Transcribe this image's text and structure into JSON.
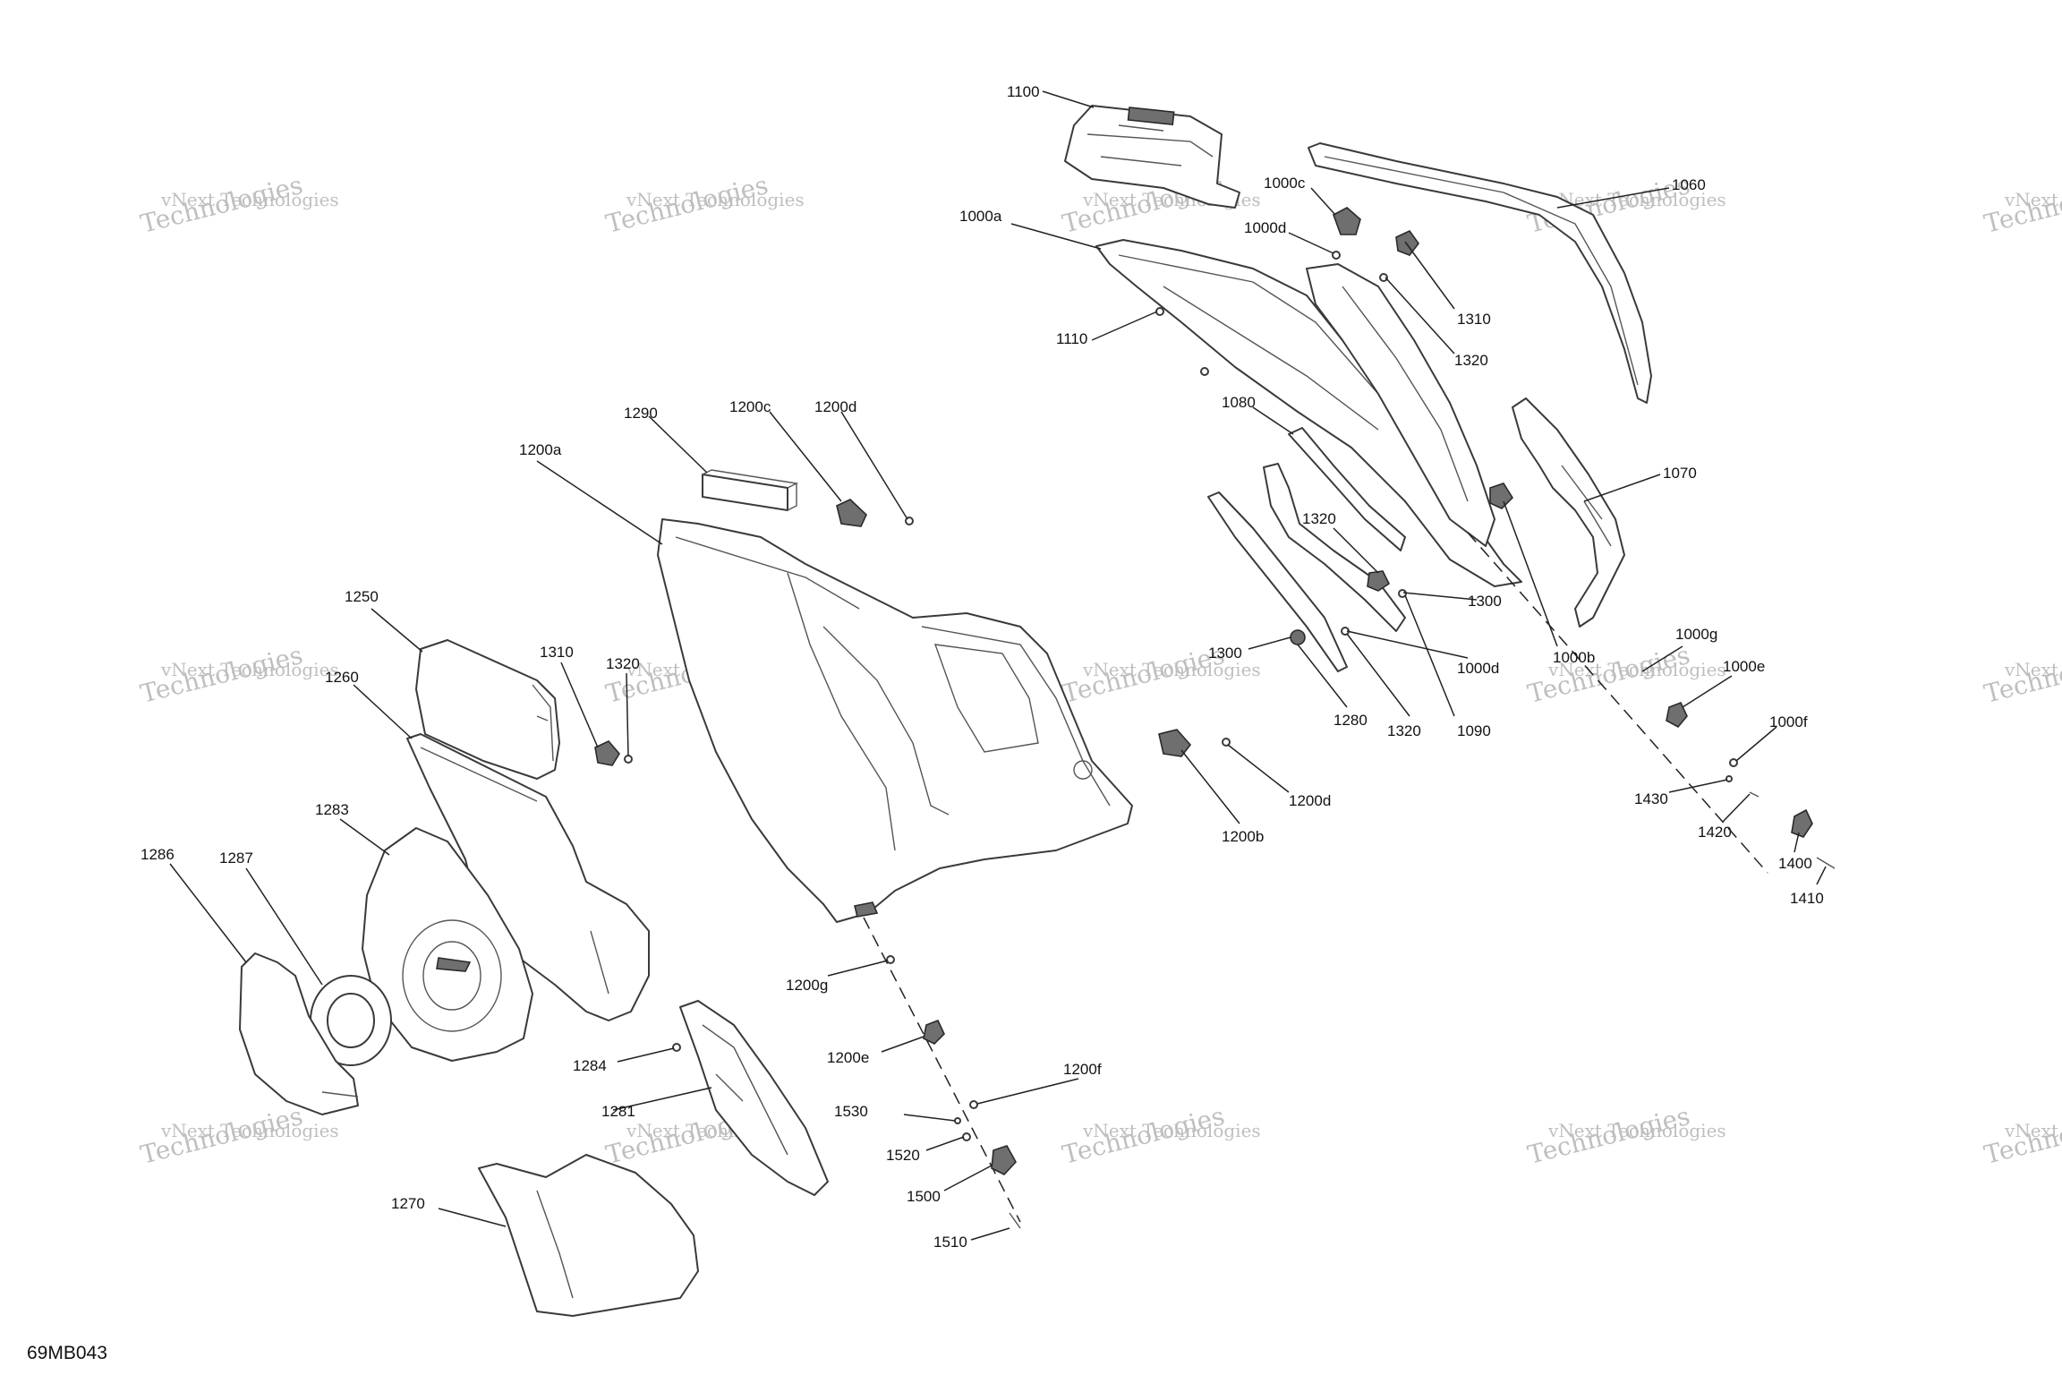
{
  "diagram": {
    "reference_code": "69MB043",
    "watermark": {
      "line1": "vNext Technologies",
      "line2": "Technologies",
      "arc": "vNext"
    },
    "callouts": [
      {
        "id": "c1100",
        "label": "1100"
      },
      {
        "id": "c1000c",
        "label": "1000c"
      },
      {
        "id": "c1060",
        "label": "1060"
      },
      {
        "id": "c1000a",
        "label": "1000a"
      },
      {
        "id": "c1000d_top",
        "label": "1000d"
      },
      {
        "id": "c1310_top",
        "label": "1310"
      },
      {
        "id": "c1320_top",
        "label": "1320"
      },
      {
        "id": "c1110",
        "label": "1110"
      },
      {
        "id": "c1080",
        "label": "1080"
      },
      {
        "id": "c1070",
        "label": "1070"
      },
      {
        "id": "c1290",
        "label": "1290"
      },
      {
        "id": "c1200c",
        "label": "1200c"
      },
      {
        "id": "c1200d_top",
        "label": "1200d"
      },
      {
        "id": "c1200a",
        "label": "1200a"
      },
      {
        "id": "c1320_mid",
        "label": "1320"
      },
      {
        "id": "c1300_right",
        "label": "1300"
      },
      {
        "id": "c1000d_mid",
        "label": "1000d"
      },
      {
        "id": "c1000b",
        "label": "1000b"
      },
      {
        "id": "c1000g",
        "label": "1000g"
      },
      {
        "id": "c1000e",
        "label": "1000e"
      },
      {
        "id": "c1000f",
        "label": "1000f"
      },
      {
        "id": "c1250",
        "label": "1250"
      },
      {
        "id": "c1310_left",
        "label": "1310"
      },
      {
        "id": "c1320_left",
        "label": "1320"
      },
      {
        "id": "c1260",
        "label": "1260"
      },
      {
        "id": "c1300_left",
        "label": "1300"
      },
      {
        "id": "c1280",
        "label": "1280"
      },
      {
        "id": "c1320_low",
        "label": "1320"
      },
      {
        "id": "c1090",
        "label": "1090"
      },
      {
        "id": "c1200d_mid",
        "label": "1200d"
      },
      {
        "id": "c1200b",
        "label": "1200b"
      },
      {
        "id": "c1430",
        "label": "1430"
      },
      {
        "id": "c1420",
        "label": "1420"
      },
      {
        "id": "c1400",
        "label": "1400"
      },
      {
        "id": "c1410",
        "label": "1410"
      },
      {
        "id": "c1283",
        "label": "1283"
      },
      {
        "id": "c1286",
        "label": "1286"
      },
      {
        "id": "c1287",
        "label": "1287"
      },
      {
        "id": "c1200g",
        "label": "1200g"
      },
      {
        "id": "c1200e",
        "label": "1200e"
      },
      {
        "id": "c1284",
        "label": "1284"
      },
      {
        "id": "c1200f",
        "label": "1200f"
      },
      {
        "id": "c1281",
        "label": "1281"
      },
      {
        "id": "c1530",
        "label": "1530"
      },
      {
        "id": "c1520",
        "label": "1520"
      },
      {
        "id": "c1500",
        "label": "1500"
      },
      {
        "id": "c1270",
        "label": "1270"
      },
      {
        "id": "c1510",
        "label": "1510"
      }
    ]
  }
}
